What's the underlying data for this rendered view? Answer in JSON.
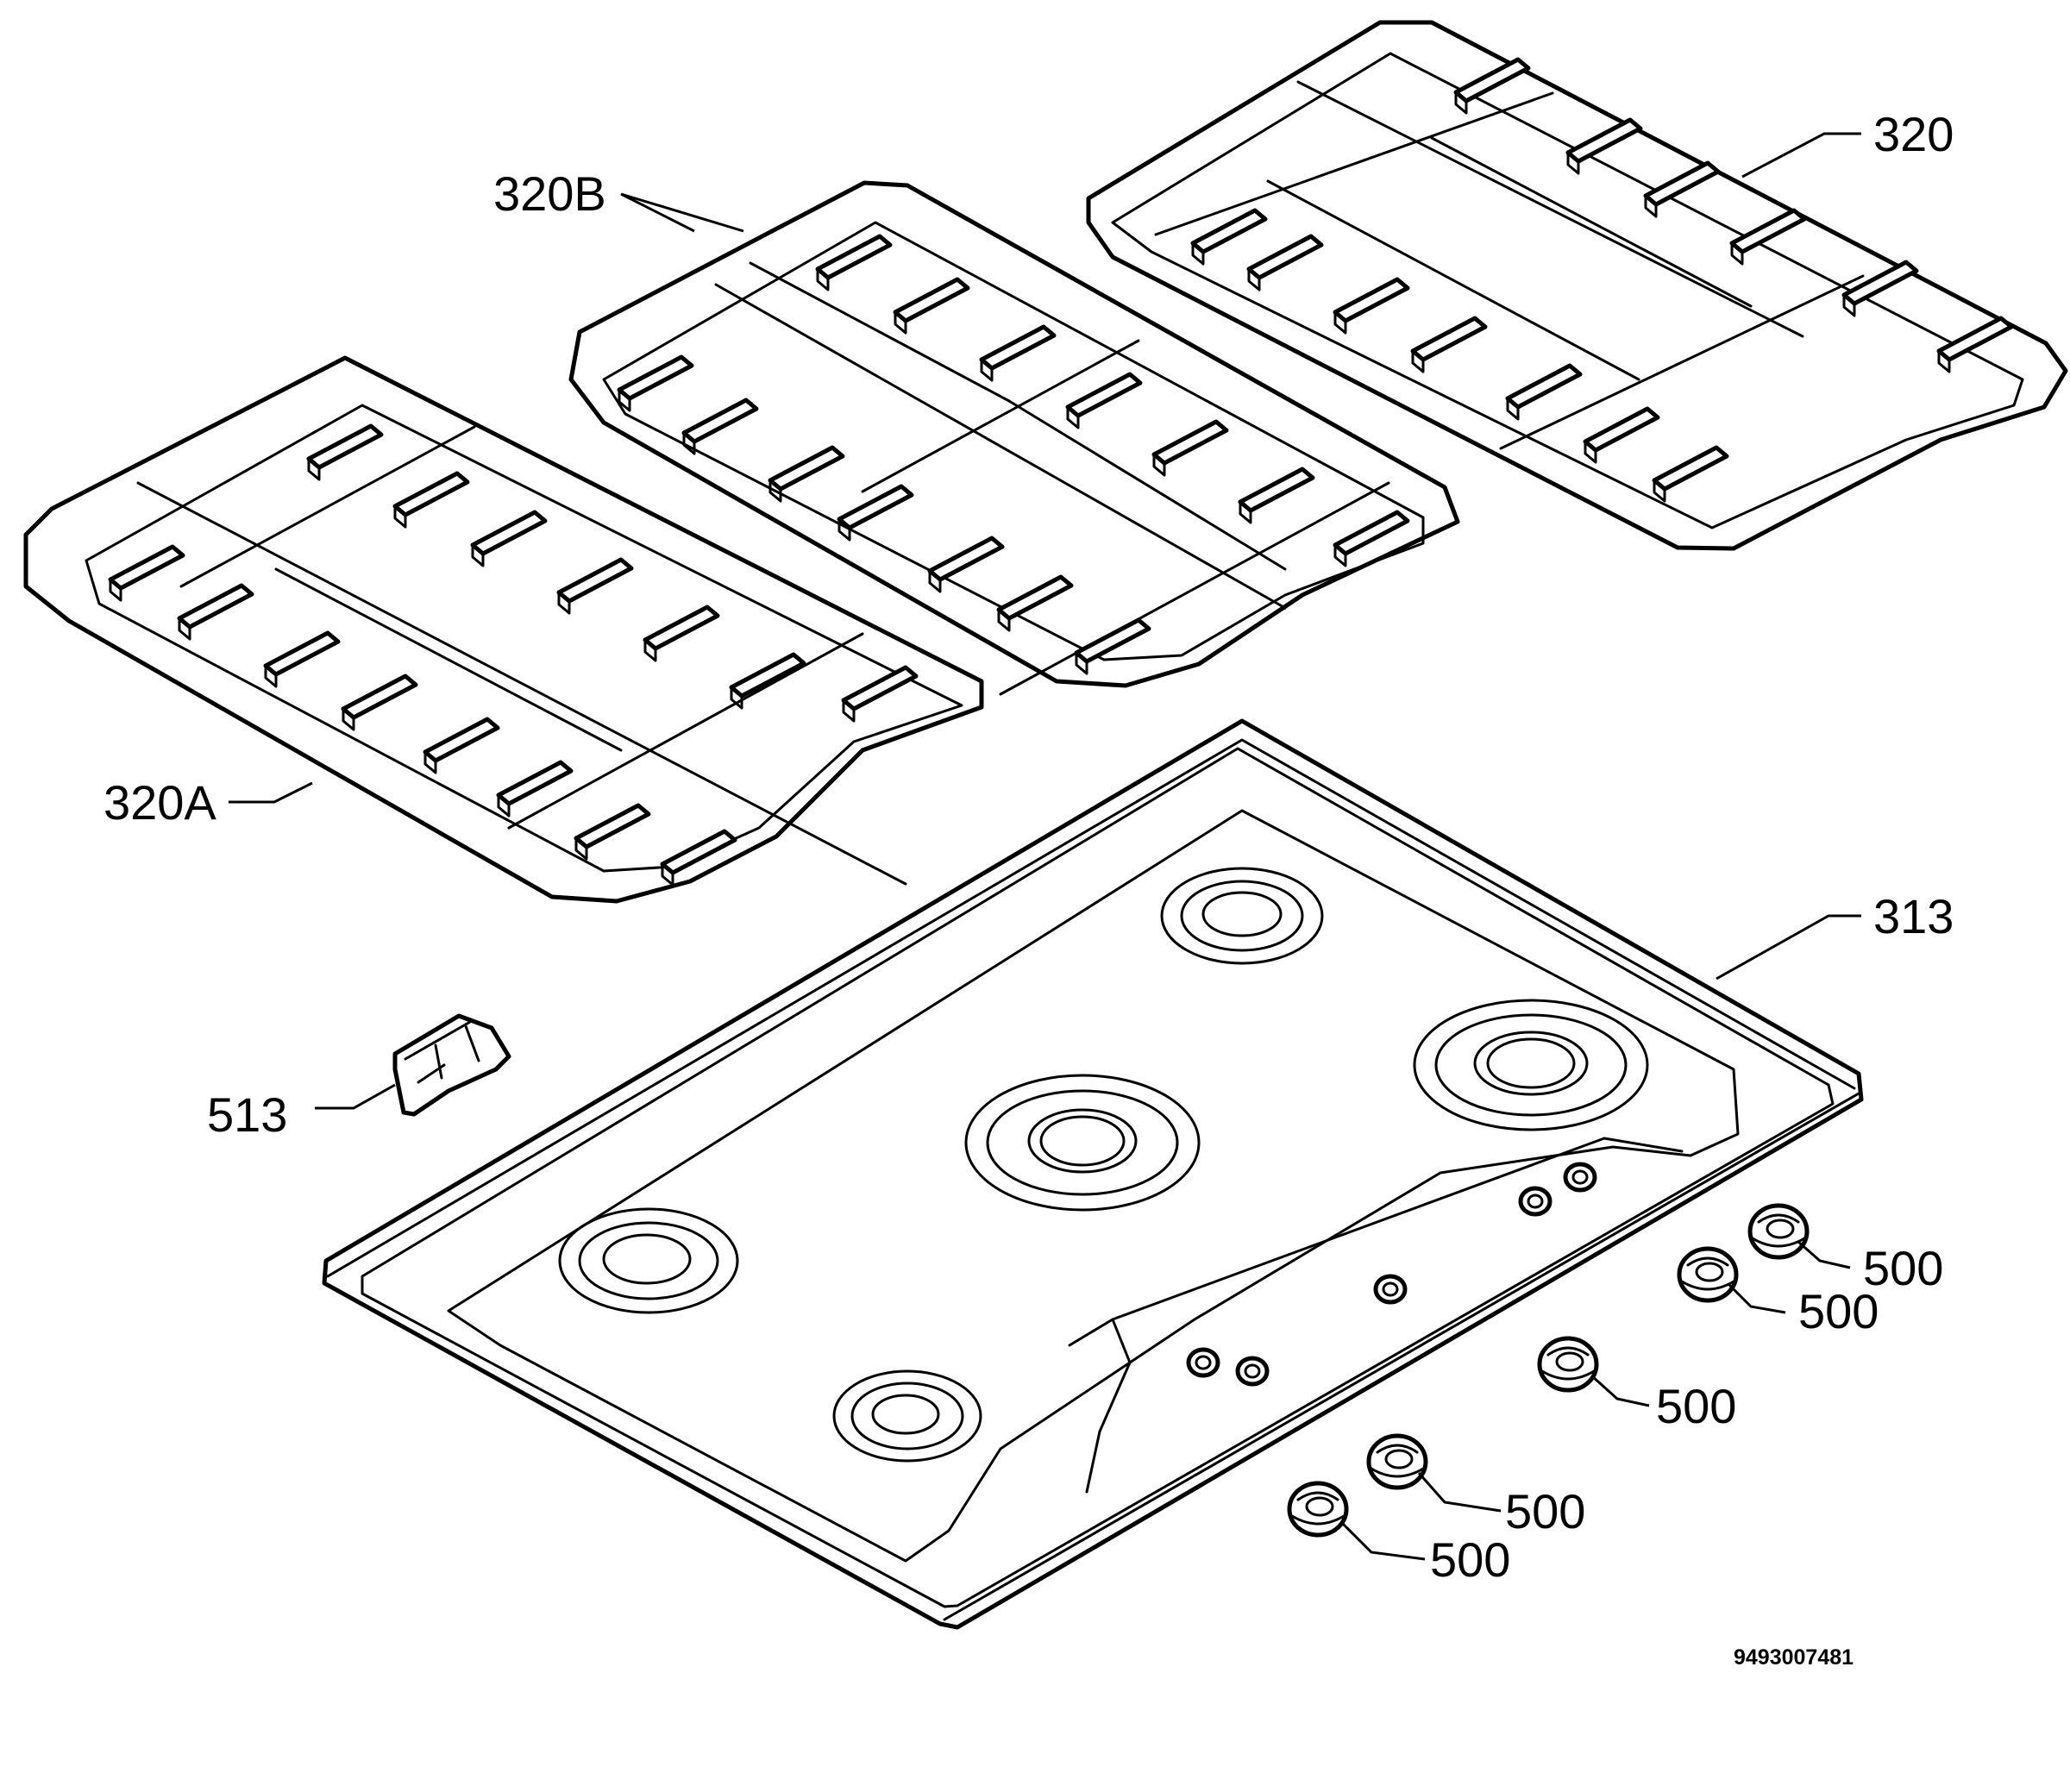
{
  "labels": {
    "grid_right": "320",
    "grid_middle": "320B",
    "grid_left": "320A",
    "hob_top": "313",
    "clip": "513",
    "knob": "500"
  },
  "drawing_number": "9493007481"
}
